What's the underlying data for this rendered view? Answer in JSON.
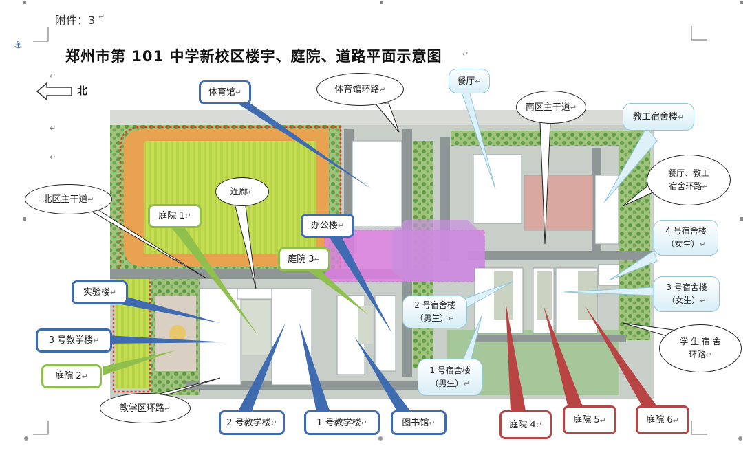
{
  "header": {
    "attachment": "附件：3",
    "title": "郑州市第 101 中学新校区楼宇、庭院、道路平面示意图",
    "north": "北"
  },
  "labels": {
    "gymnasium": "体育馆",
    "gym_ring_road": "体育馆环路",
    "canteen": "餐厅",
    "south_main_road": "南区主干道",
    "staff_dorm": "教工宿舍楼",
    "canteen_staff_ring_road": [
      "餐厅、教工",
      "宿舍环路"
    ],
    "north_main_road": "北区主干道",
    "corridor": "连廊",
    "courtyard_1": "庭院 1",
    "office_building": "办公楼",
    "courtyard_3": "庭院 3",
    "dorm_4": [
      "4 号宿舍楼",
      "（女生）"
    ],
    "dorm_3": [
      "3 号宿舍楼",
      "（女生）"
    ],
    "dorm_2": [
      "2 号宿舍楼",
      "（男生）"
    ],
    "lab_building": "实验楼",
    "teaching_3": "3 号教学楼",
    "courtyard_2": "庭院 2",
    "dorm_1": [
      "1 号宿舍楼",
      "（男生）"
    ],
    "student_dorm_ring_road": [
      "学 生 宿 舍",
      "环路"
    ],
    "teaching_ring_road": "教学区环路",
    "teaching_2": "2 号教学楼",
    "teaching_1": "1 号教学楼",
    "library": "图书馆",
    "courtyard_4": "庭院 4",
    "courtyard_5": "庭院 5",
    "courtyard_6": "庭院 6"
  },
  "colors": {
    "blue_callout": "#3f6bb0",
    "green_callout": "#8fbf4d",
    "red_callout": "#b84444",
    "cyan_callout": "#8ec8dc",
    "field": "#b9d94a",
    "highlight_pink": "#e27de6",
    "boundary": "#e03a1e"
  }
}
